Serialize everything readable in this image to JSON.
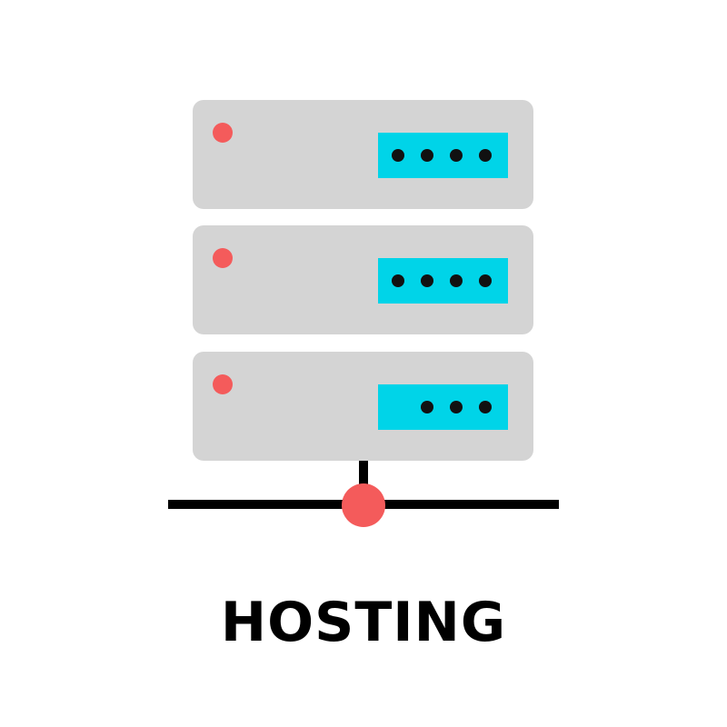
{
  "icon": {
    "name": "server-hosting-icon",
    "caption": "HOSTING",
    "colors": {
      "panel": "#d4d4d4",
      "status_light": "#f45b5b",
      "display": "#00d4e8",
      "dot": "#111111",
      "line": "#000000",
      "node": "#f45b5b"
    },
    "units": [
      {
        "name": "server-unit-1",
        "dots": 4
      },
      {
        "name": "server-unit-2",
        "dots": 4
      },
      {
        "name": "server-unit-3",
        "dots": 3
      }
    ]
  }
}
